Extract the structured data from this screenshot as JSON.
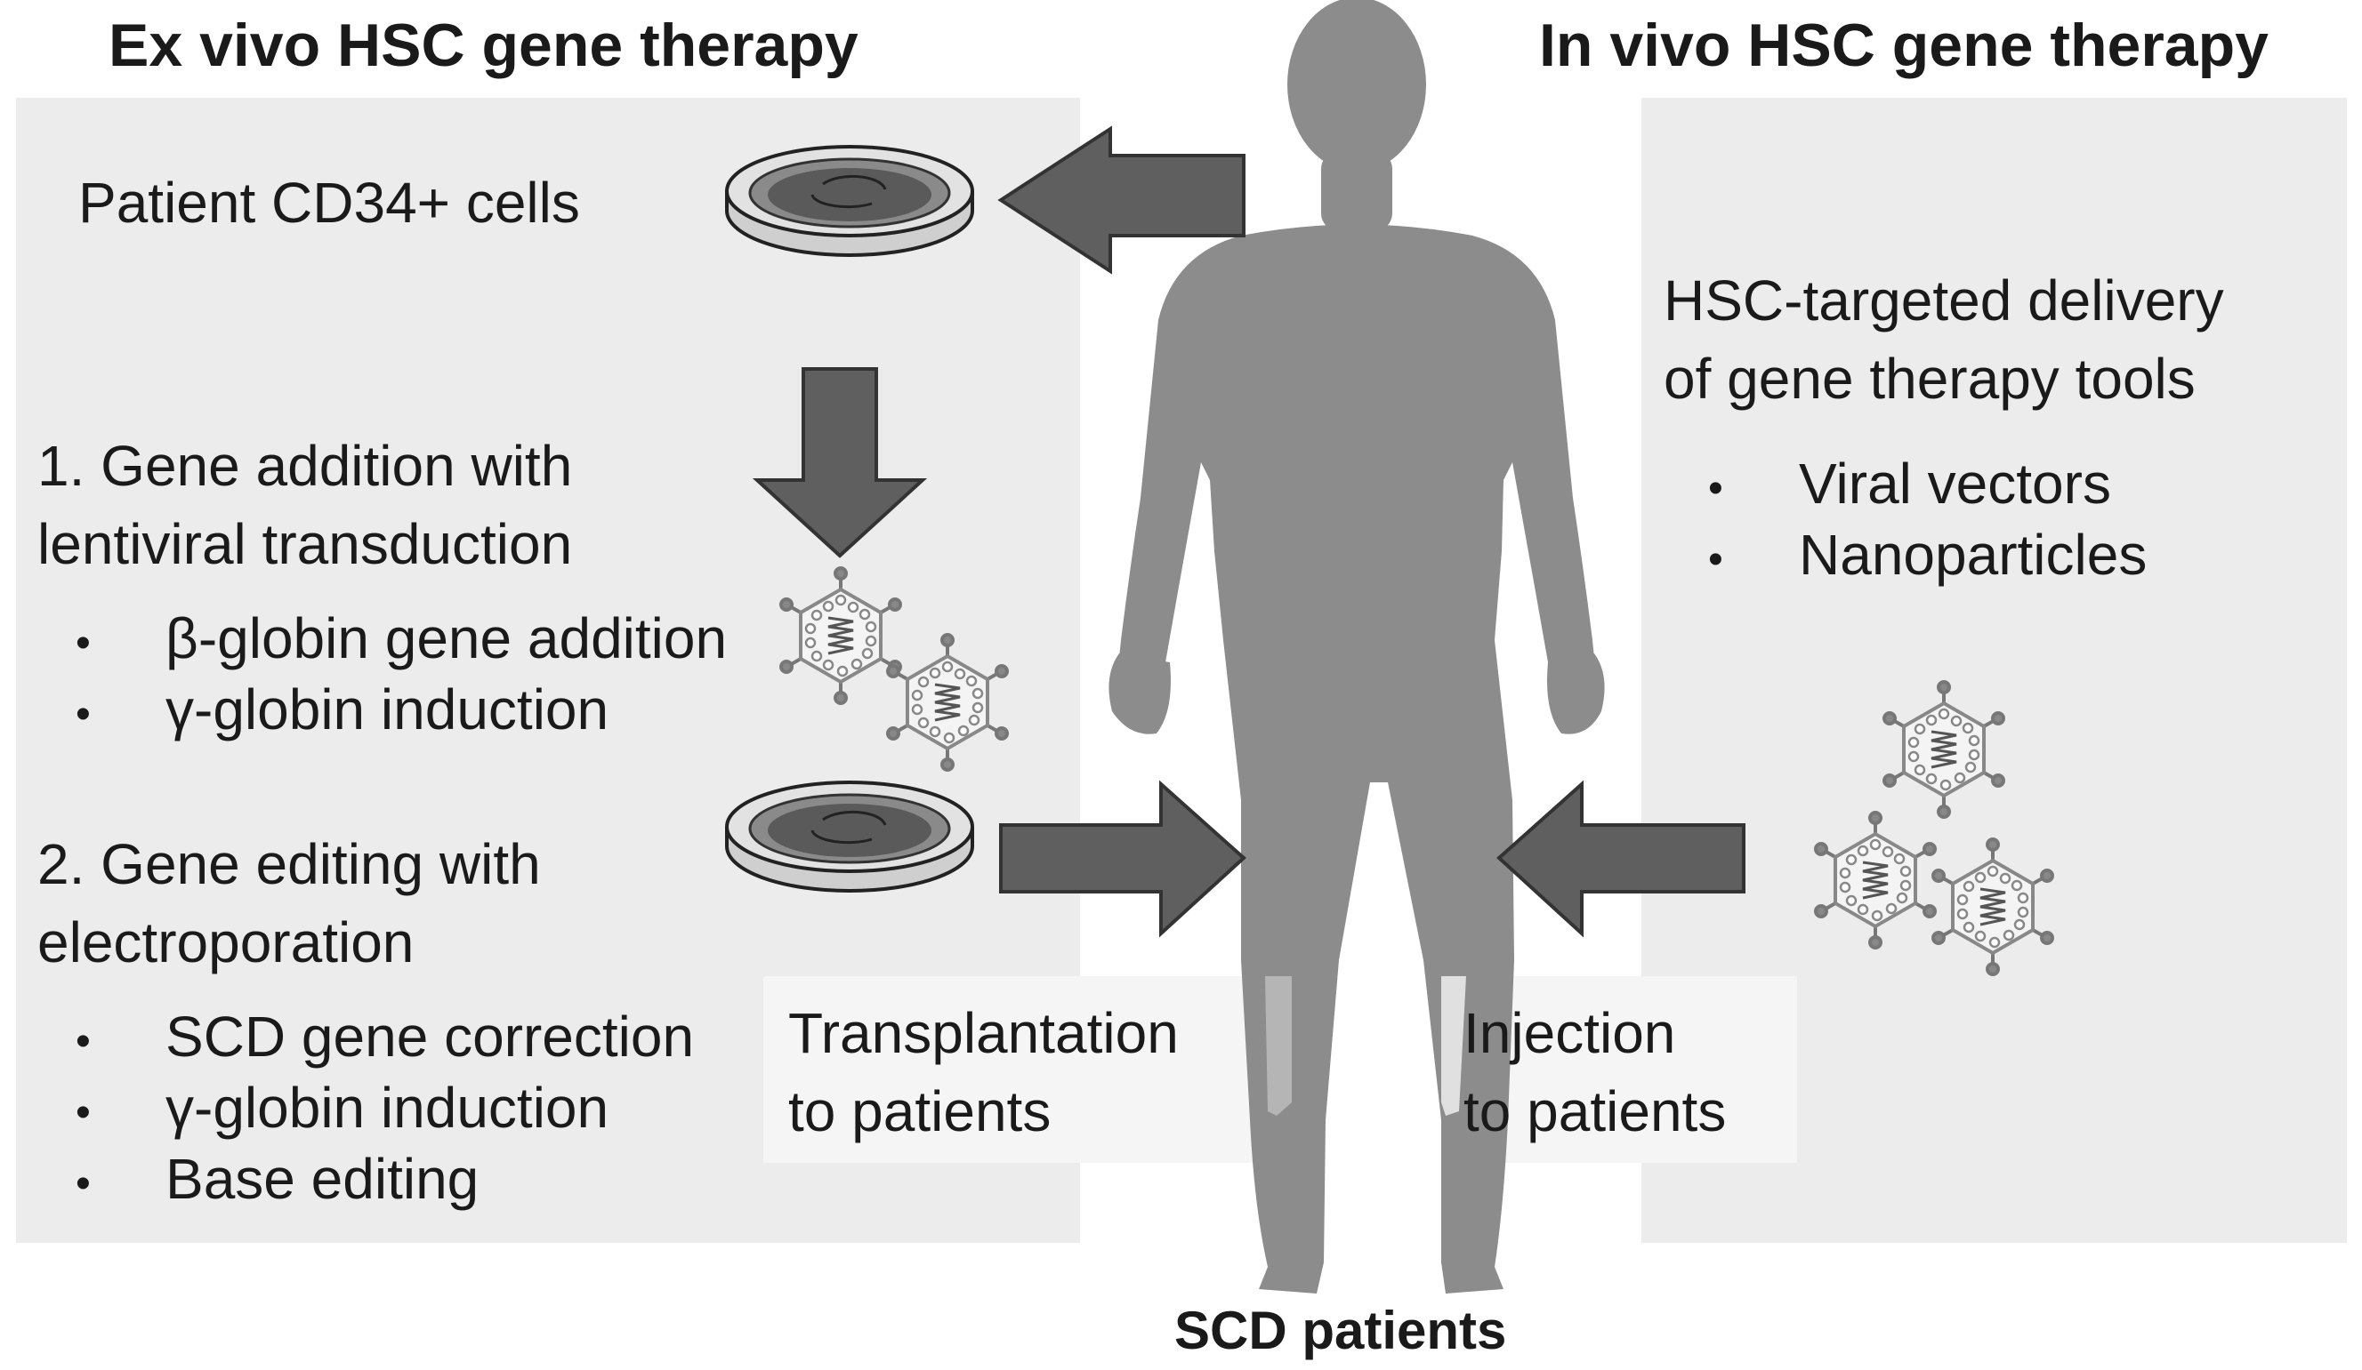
{
  "ex_vivo": {
    "title": "Ex vivo HSC gene therapy",
    "cells_label": "Patient CD34+ cells",
    "step1": {
      "line1": "1. Gene addition with",
      "line2": "lentiviral transduction",
      "bullets": [
        "β-globin gene addition",
        "γ-globin induction"
      ]
    },
    "step2": {
      "line1": "2. Gene editing with",
      "line2": "electroporation",
      "bullets": [
        "SCD gene correction",
        "γ-globin induction",
        "Base editing"
      ]
    },
    "transplant": {
      "line1": "Transplantation",
      "line2": "to patients"
    }
  },
  "in_vivo": {
    "title": "In vivo HSC gene therapy",
    "delivery": {
      "line1": "HSC-targeted delivery",
      "line2": "of gene therapy tools"
    },
    "bullets": [
      "Viral vectors",
      "Nanoparticles"
    ],
    "injection": {
      "line1": "Injection",
      "line2": "to patients"
    }
  },
  "patients_label": "SCD patients",
  "bullet_char": "•"
}
